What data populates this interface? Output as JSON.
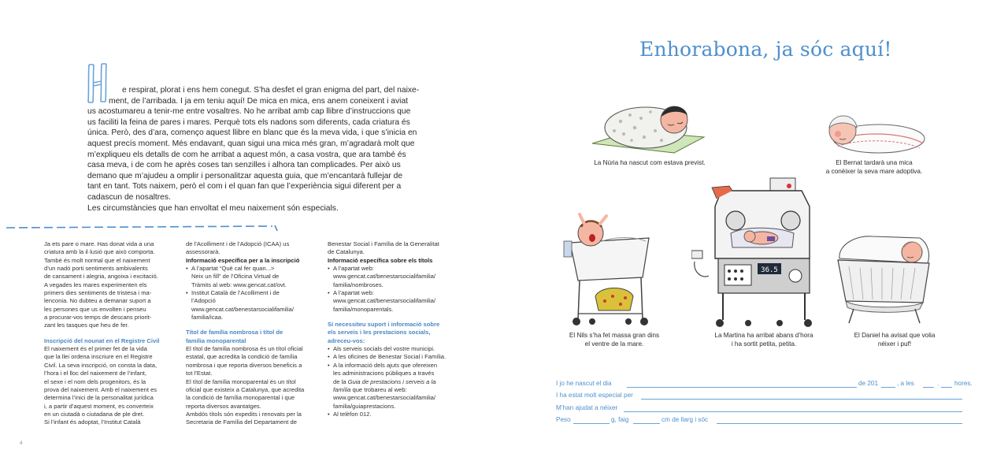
{
  "left_page": {
    "dropcap_letter": "H",
    "intro_lines": [
      "e respirat, plorat i ens hem conegut. S’ha desfet el gran enigma del part, del naixe-",
      "ment, de l’arribada. I ja em teniu aquí! De mica en mica, ens anem coneixent i aviat",
      "us acostumareu a tenir-me entre vosaltres. No he arribat amb cap llibre d’instruccions que",
      "us faciliti la feina de pares i mares. Perquè tots els nadons som diferents, cada criatura és",
      "única. Però, des d’ara, començo aquest llibre en blanc que és la meva vida, i que s’inicia en",
      "aquest precís moment. Més endavant, quan sigui una mica més gran, m’agradarà molt que",
      "m’expliqueu els detalls de com he arribat a aquest món, a casa vostra, que ara també és",
      "casa meva, i de com he après coses tan senzilles i alhora tan complicades. Per això us",
      "demano que m’ajudeu a omplir i personalitzar aquesta guia, que m’encantarà fullejar de",
      "tant en tant. Tots naixem, però el com i el quan fan que l’experiència sigui diferent per a",
      "cadascun de nosaltres.",
      "Les circumstàncies que han envoltat el meu naixement són especials."
    ],
    "col1": {
      "lines": [
        "Ja ets pare o mare. Has donat vida a una",
        "criatura amb la il·lusió que això comporta.",
        "També és molt normal que el naixement",
        "d’un nadó porti sentiments ambivalents",
        "de cansament i alegria, angoixa i excitació.",
        "A vegades les mares experimenten els",
        "primers dies sentiments de tristesa i ma-",
        "lenconia. No dubteu a demanar suport a",
        "les persones que us envolten i penseu",
        "a procurar-vos temps de descans priorit-",
        "zant les tasques que heu de fer."
      ],
      "heading": "Inscripció del nounat en el Registre Civil",
      "body": [
        "El naixement és el primer fet de la vida",
        "que la llei ordena inscriure en el Registre",
        "Civil. La seva inscripció, on consta la data,",
        "l’hora i el lloc del naixement de l’infant,",
        "el sexe i el nom dels progenitors, és la",
        "prova del naixement. Amb el naixement es",
        "determina l’inici de la personalitat jurídica",
        "i, a partir d’aquest moment, es converteix",
        "en un ciutadà o ciutadana de ple dret.",
        "Si l’infant és adoptat, l’Institut Català"
      ]
    },
    "col2": {
      "lines_top": [
        "de l’Acolliment i de l’Adopció (ICAA) us",
        "assessorarà."
      ],
      "subhead": "Informació específica per a la inscripció",
      "bullets": [
        [
          "A l’apartat “Què cal fer quan...>",
          "Neix un fill” de l’Oficina Virtual de",
          "Tràmits al web: www.gencat.cat/ovt."
        ],
        [
          "Institut Català de l’Acolliment i de",
          "l’Adopció",
          "www.gencat.cat/benestarsocialifamilia/",
          "familia/icaa."
        ]
      ],
      "heading": [
        "Títol de família nombrosa i títol de",
        "família monoparental"
      ],
      "body": [
        "El títol de família nombrosa és un títol oficial",
        "estatal, que acredita la condició de família",
        "nombrosa i que reporta diversos beneficis a",
        "tot l’Estat.",
        "El títol de família monoparental és un títol",
        "oficial que existeix a Catalunya, que acredita",
        "la condició de família monoparental i que",
        "reporta diversos avantatges.",
        "Ambdós títols són expedits i renovats per la",
        "Secretaria de Família del Departament de"
      ]
    },
    "col3": {
      "lines_top": [
        "Benestar Social i Família de la Generalitat",
        "de Catalunya."
      ],
      "subhead": "Informació específica sobre els títols",
      "bullets": [
        [
          "A l’apartat web:",
          "www.gencat.cat/benestarsocialifamilia/",
          "familia/nombroses."
        ],
        [
          "A l’apartat web:",
          "www.gencat.cat/benestarsocialifamilia/",
          "familia/monoparentals."
        ]
      ],
      "heading": [
        "Si necessiteu suport i informació sobre",
        "els serveis i les prestacions socials,",
        "adreceu-vos:"
      ],
      "bullets2": [
        [
          "Als serveis socials del vostre municipi."
        ],
        [
          "A les oficines de Benestar Social i Família."
        ],
        [
          "A la informació dels ajuts que ofereixen",
          "les administracions públiques a través",
          "de la ",
          "Guia de prestacions i serveis a la",
          "família",
          " que trobareu al web:",
          "www.gencat.cat/benestarsocialifamilia/",
          "familia/guiaprestacions."
        ],
        [
          "Al telèfon 012."
        ]
      ]
    },
    "folio": "4"
  },
  "right_page": {
    "title": "Enhorabona, ja sóc aquí!",
    "captions": {
      "nuria": [
        "La Núria ha nascut com estava previst."
      ],
      "bernat": [
        "El Bernat tardarà una mica",
        "a conèixer la seva mare adoptiva."
      ],
      "nils": [
        "El Nils s’ha fet massa gran dins",
        "el ventre de la mare."
      ],
      "martina": [
        "La Martina ha arribat abans d’hora",
        "i ha sortit petita, petita."
      ],
      "daniel": [
        "El Daniel ha avisat que volia",
        "néixer i puf!"
      ]
    },
    "incubator_display": "36.5",
    "form": {
      "line1_label": "I jo he nascut el dia",
      "line1_de": "de 201",
      "line1_ales": ", a les",
      "line1_dot": ".",
      "line1_hores": "hores.",
      "line2_label": "I ha estat molt especial per",
      "line3_label": "M’han ajudat a néixer",
      "line4_peso": "Peso",
      "line4_g": "g, faig",
      "line4_cm": "cm de llarg i sóc"
    },
    "colors": {
      "accent_blue": "#4f8fcd",
      "rule_blue": "#6aa3d9"
    }
  }
}
